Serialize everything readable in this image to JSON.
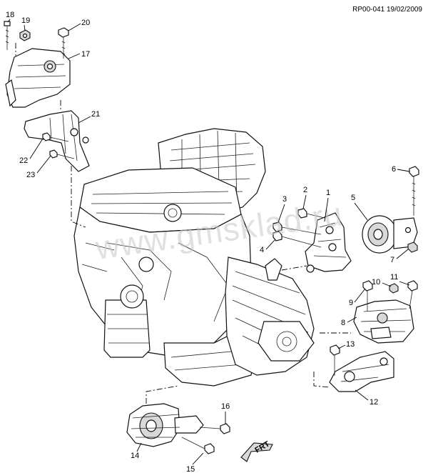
{
  "diagram": {
    "reference_code": "RP00-041 19/02/2009",
    "watermark": "www.gmsklad.ru",
    "front_arrow_label": "FRT",
    "callouts": [
      "1",
      "2",
      "3",
      "4",
      "5",
      "6",
      "7",
      "8",
      "9",
      "10",
      "11",
      "12",
      "13",
      "14",
      "15",
      "16",
      "17",
      "18",
      "19",
      "20",
      "21",
      "22",
      "23"
    ]
  }
}
